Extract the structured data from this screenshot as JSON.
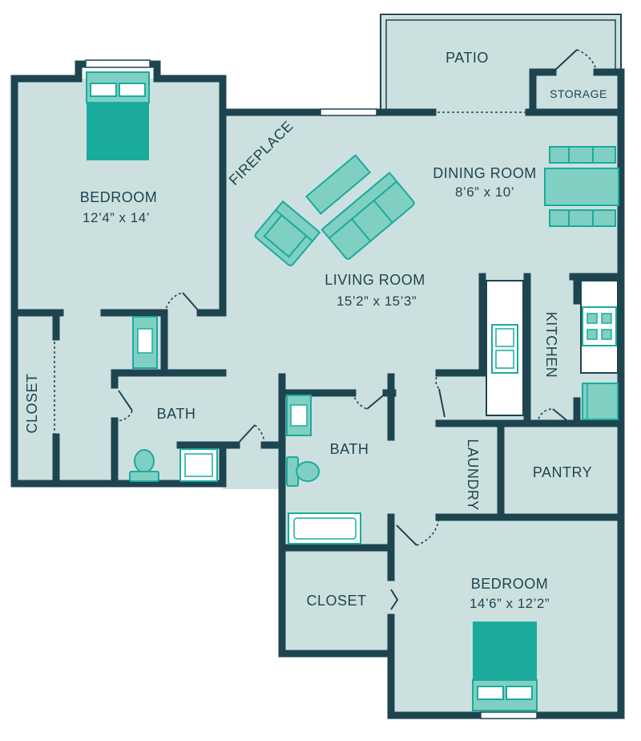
{
  "colors": {
    "floor": "#cde0e0",
    "wall": "#1d4550",
    "accent": "#1aab9c",
    "furniture_fill": "#7fd0c3",
    "furniture_stroke": "#1aab9c",
    "text": "#1d4550"
  },
  "rooms": {
    "patio": {
      "name": "PATIO"
    },
    "storage": {
      "name": "STORAGE"
    },
    "fireplace": {
      "name": "FIREPLACE"
    },
    "dining": {
      "name": "DINING ROOM",
      "size": "8’6” x 10’"
    },
    "living": {
      "name": "LIVING ROOM",
      "size": "15’2” x 15’3”"
    },
    "bedroom1": {
      "name": "BEDROOM",
      "size": "12’4” x 14’"
    },
    "closet1": {
      "name": "CLOSET"
    },
    "bath1": {
      "name": "BATH"
    },
    "bath2": {
      "name": "BATH"
    },
    "kitchen": {
      "name": "KITCHEN"
    },
    "laundry": {
      "name": "LAUNDRY"
    },
    "pantry": {
      "name": "PANTRY"
    },
    "closet2": {
      "name": "CLOSET"
    },
    "bedroom2": {
      "name": "BEDROOM",
      "size": "14’6” x 12’2”"
    }
  },
  "icons": [
    "bed-icon",
    "sofa-icon",
    "armchair-icon",
    "coffee-table-icon",
    "dining-table-icon",
    "stove-icon",
    "fridge-icon",
    "sink-icon",
    "toilet-icon",
    "bathtub-icon",
    "shower-icon"
  ]
}
